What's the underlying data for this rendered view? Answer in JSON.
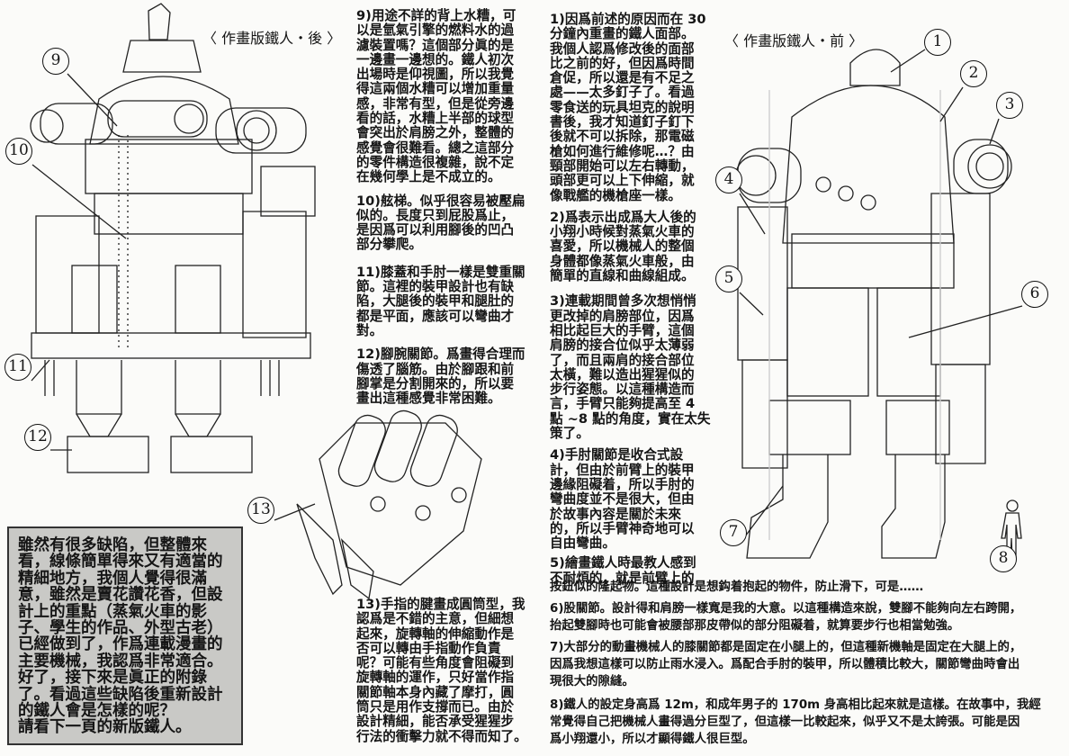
{
  "titles": {
    "back": "〈 作畫版鐵人・後 〉",
    "front": "〈 作畫版鐵人・前 〉"
  },
  "callouts": [
    "1",
    "2",
    "3",
    "4",
    "5",
    "6",
    "7",
    "8",
    "9",
    "10",
    "11",
    "12",
    "13"
  ],
  "col_left": [
    [
      "9)用途不詳的背上水糟，可",
      "以是氫氣引擎的燃料水的過",
      "濾裝置嗎？這個部分眞的是",
      "一邊畫一邊想的。鐵人初次",
      "出場時是仰視圖，所以我覺",
      "得這兩個水糟可以增加重量",
      "感，非常有型，但是從旁邊",
      "看的話，水糟上半部的球型",
      "會突出於肩膀之外，整體的",
      "感覺會很難看。總之這部分",
      "的零件構造很複雜，說不定",
      "在幾何學上是不成立的。"
    ],
    [
      "10)舷梯。似乎很容易被壓扁",
      "似的。長度只到屁股爲止，",
      "是因爲可以利用腳後的凹凸",
      "部分攀爬。"
    ],
    [
      "11)膝蓋和手肘一樣是雙重關",
      "節。這裡的裝甲設計也有缺",
      "陷，大腿後的裝甲和腿肚的",
      "都是平面，應該可以彎曲才",
      "對。"
    ],
    [
      "12)腳腕關節。爲畫得合理而",
      "傷透了腦筋。由於腳跟和前",
      "腳掌是分割開來的，所以要",
      "畫出這種感覺非常困難。"
    ]
  ],
  "col_left_13": [
    "13)手指的腱畫成圓筒型，我",
    "認爲是不錯的主意，但細想",
    "起來，旋轉軸的伸縮動作是",
    "否可以轉由手指動作負責",
    "呢？可能有些角度會阻礙到",
    "旋轉軸的運作，只好當作指",
    "關節軸本身內藏了摩打，圓",
    "筒只是用作支撐而已。由於",
    "設計精細，能否承受猩猩步",
    "行法的衝擊力就不得而知了。"
  ],
  "col_mid": [
    [
      "1)因爲前述的原因而在 30",
      "分鐘內重畫的鐵人面部。",
      "我個人認爲修改後的面部",
      "比之前的好，但因爲時間",
      "倉促，所以還是有不足之",
      "處——太多釘子了。看過",
      "零食送的玩具坦克的說明",
      "書後，我才知道釘子釘下",
      "後就不可以拆除，那電磁",
      "槍如何進行維修呢…？由",
      "頸部開始可以左右轉動，",
      "頭部更可以上下伸縮，就",
      "像戰艦的機槍座一樣。"
    ],
    [
      "2)爲表示出成爲大人後的",
      "小翔小時候對蒸氣火車的",
      "喜愛，所以機械人的整個",
      "身體都像蒸氣火車般，由",
      "簡單的直線和曲線組成。"
    ],
    [
      "3)連載期間曾多次想悄悄",
      "更改掉的肩膀部位，因爲",
      "相比起巨大的手臂，這個",
      "肩膀的接合位似乎太薄弱",
      "了，而且兩肩的接合部位",
      "太橫，難以造出猩猩似的",
      "步行姿態。以這種構造而",
      "言，手臂只能夠提高至 4",
      "點 ~8 點的角度，實在太失",
      "策了。"
    ],
    [
      "4)手肘關節是收合式設",
      "計，但由於前臂上的裝甲",
      "邊緣阻礙着，所以手肘的",
      "彎曲度並不是很大，但由",
      "於故事內容是關於未來",
      "的，所以手臂神奇地可以",
      "自由彎曲。"
    ],
    [
      "5)繪畫鐵人時最教人感到",
      "不耐煩的，就是前臂上的"
    ]
  ],
  "wide": [
    [
      "按鈕似的隆起物。這種設計是想鈎着抱起的物件，防止滑下，可是……"
    ],
    [
      "6)股關節。設計得和肩膀一樣寬是我的大意。以這種構造來說，雙腳不能夠向左右跨開，",
      "抬起雙腳時也可能會被腰部那皮帶似的部分阻礙着，就算要步行也相當勉強。"
    ],
    [
      "7)大部分的動畫機械人的膝關節都是固定在小腿上的，但這種新機軸是固定在大腿上的，",
      "因爲我想這樣可以防止雨水浸入。爲配合手肘的裝甲，所以體積比較大，關節彎曲時會出",
      "現很大的隙縫。"
    ],
    [
      "8)鐵人的設定身高爲 12m，和成年男子的 170m 身高相比起來就是這樣。在故事中，我經",
      "常覺得自己把機械人畫得過分巨型了，但這樣一比較起來，似乎又不是太誇張。可能是因",
      "爲小翔還小，所以才顯得鐵人很巨型。"
    ]
  ],
  "summary_box": [
    "雖然有很多缺陷，但整體來",
    "看，線條簡單得來又有適當的",
    "精細地方，我個人覺得很滿",
    "意，雖然是賣花讚花香，但設",
    "計上的重點（蒸氣火車的影",
    "子、學生的作品、外型古老）",
    "已經做到了，作爲連載漫畫的",
    "主要機械，我認爲非常適合。",
    "好了，接下來是眞正的附錄",
    "了。看過這些缺陷後重新設計",
    "的鐵人會是怎樣的呢？",
    "請看下一頁的新版鐵人。"
  ],
  "colors": {
    "paper": "#fbfbf9",
    "ink": "#151515",
    "box": "#c9c9c6"
  }
}
